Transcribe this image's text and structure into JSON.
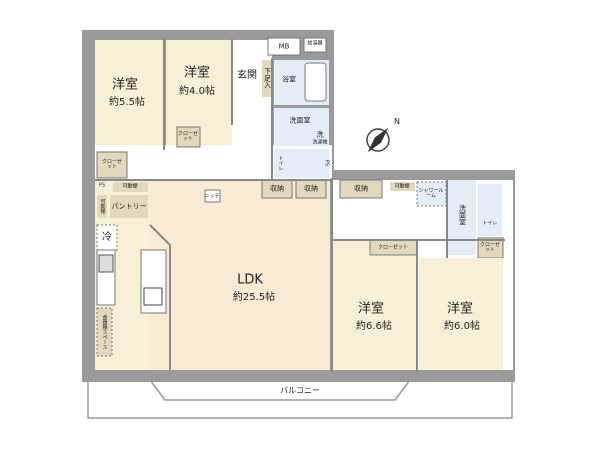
{
  "colors": {
    "room": "#f7efd6",
    "wet": "#e3edf7",
    "storage": "#e2d8bb",
    "wall": "#8a8a8a",
    "ldk": "#f9ead3"
  },
  "rooms": {
    "western_1": {
      "name": "洋室",
      "area": "約5.5帖"
    },
    "western_2": {
      "name": "洋室",
      "area": "約4.0帖"
    },
    "ldk": {
      "name": "LDK",
      "area": "約25.5帖"
    },
    "western_3": {
      "name": "洋室",
      "area": "約6.6帖"
    },
    "western_4": {
      "name": "洋室",
      "area": "約6.0帖"
    }
  },
  "labels": {
    "entrance": "玄関",
    "shoe_storage": "下足入",
    "mb": "MB",
    "water_heater": "給湯器",
    "bath": "浴室",
    "washroom_1": "洗面室",
    "washer": "洗",
    "washer_space": "洗濯機",
    "toilet_1": "トイレ",
    "ps_1": "PS",
    "closet_1": "クローゼット",
    "closet_2": "クローゼット",
    "ps_2": "PS",
    "shelf_1": "可動棚",
    "shelf_2": "可動棚",
    "pantry": "パントリー",
    "fridge": "冷",
    "cupboard": "食器棚スペース",
    "niche": "ニッチ",
    "storage_1": "収納",
    "storage_2": "収納",
    "storage_3": "収納",
    "shelf_3": "可動棚",
    "shower": "シャワールーム",
    "washroom_2": "洗面室",
    "toilet_2": "トイレ",
    "closet_3": "クローゼット",
    "closet_4": "クローゼット",
    "balcony": "バルコニー",
    "north": "N"
  }
}
